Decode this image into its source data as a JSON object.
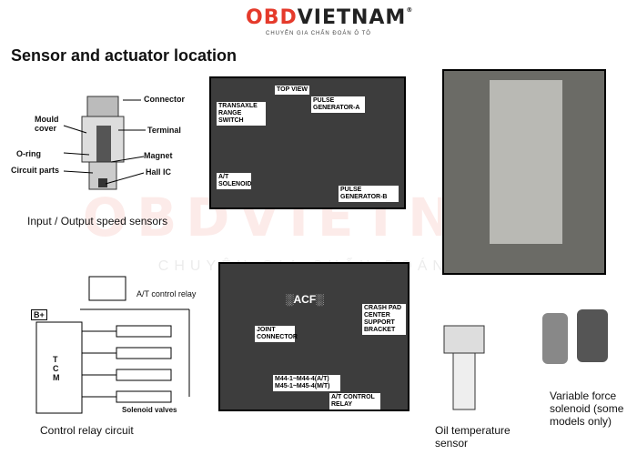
{
  "brand": {
    "obd": "OBD",
    "vietnam": "VIETNAM",
    "tagline": "CHUYÊN GIA CHẨN ĐOÁN Ô TÔ",
    "accent": "#e53a2b"
  },
  "watermark": {
    "text": "OBDVIETNAM",
    "sub": "CHUYÊN GIA CHẨN ĐOÁN Ô TÔ"
  },
  "title": "Sensor and actuator location",
  "sensor_diagram": {
    "labels": {
      "connector": "Connector",
      "mould_cover": "Mould cover",
      "terminal": "Terminal",
      "o_ring": "O-ring",
      "magnet": "Magnet",
      "circuit_parts": "Circuit parts",
      "hall_ic": "Hall IC"
    },
    "caption": "Input / Output speed sensors"
  },
  "photo_top": {
    "labels": {
      "top_view": "TOP VIEW",
      "transaxle": "TRANSAXLE RANGE SWITCH",
      "pulse_a": "PULSE GENERATOR-A",
      "at_solenoid": "A/T SOLENOID",
      "pulse_b": "PULSE GENERATOR-B"
    }
  },
  "relay_circuit": {
    "labels": {
      "b_plus": "B+",
      "relay": "A/T control relay",
      "tcm": "T C M",
      "solenoid_valves": "Solenoid valves"
    },
    "caption": "Control relay circuit"
  },
  "photo_mid": {
    "labels": {
      "joint_connector": "JOINT CONNECTOR",
      "crash_pad": "CRASH PAD CENTER SUPPORT BRACKET",
      "connectors": "M44-1~M44-4(A/T) M45-1~M45-4(M/T)",
      "at_relay": "A/T CONTROL RELAY",
      "overlay": "░ACF░"
    }
  },
  "oil_temp": {
    "caption": "Oil temperature sensor"
  },
  "vfs": {
    "caption": "Variable force solenoid (some models only)"
  }
}
